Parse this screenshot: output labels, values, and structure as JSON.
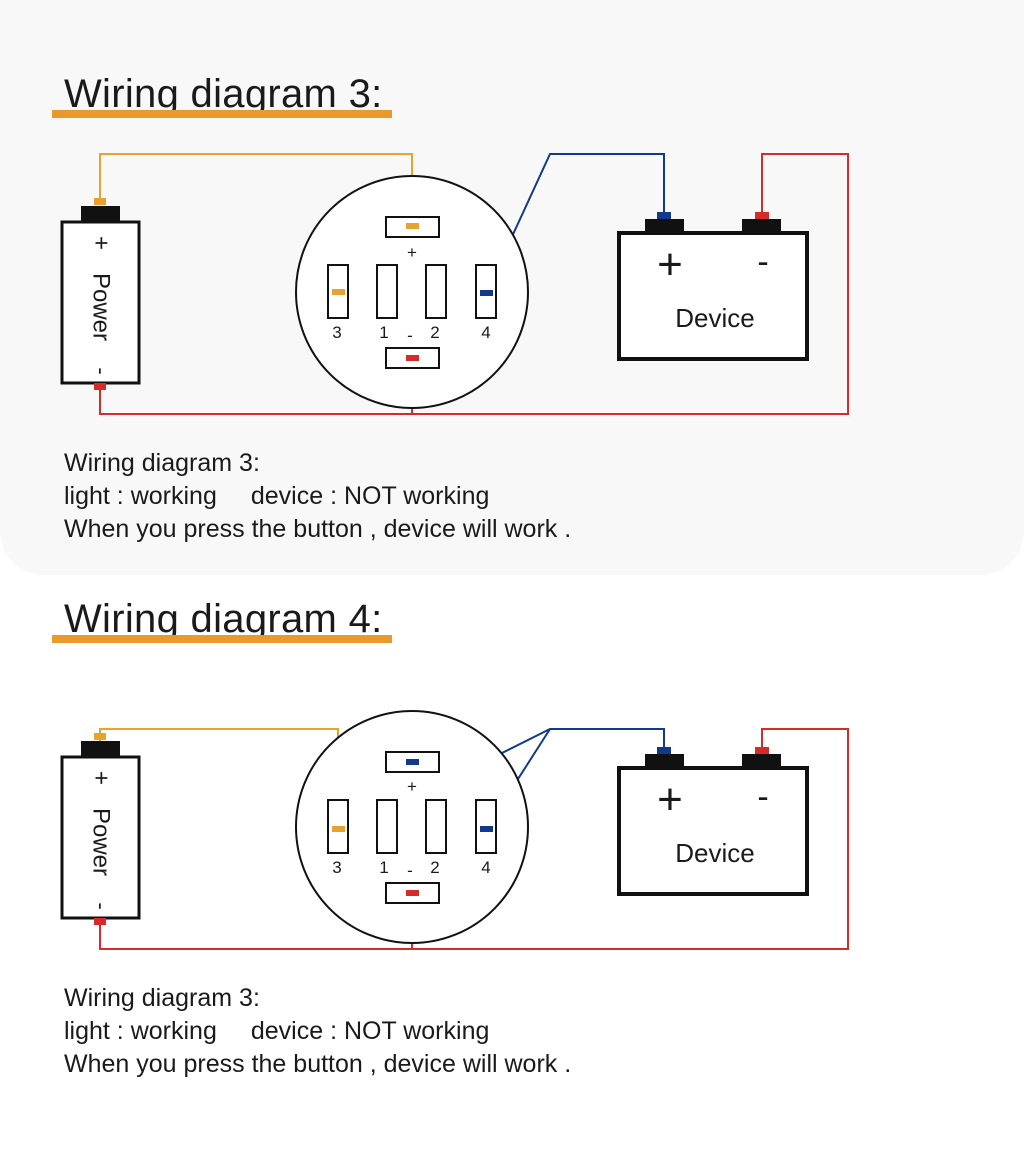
{
  "colors": {
    "panel_background": "#f8f8f8",
    "heading_underline": "#e89a2a",
    "wire_orange": "#e8a22e",
    "wire_blue": "#123a8c",
    "wire_red": "#d52b2b",
    "outline": "#111111"
  },
  "panels": [
    {
      "heading": "Wiring diagram 3:",
      "power_label": "Power",
      "power_plus": "+",
      "power_minus": "-",
      "switch_plus": "+",
      "switch_minus": "-",
      "pins": [
        "3",
        "1",
        "2",
        "4"
      ],
      "device_label": "Device",
      "device_plus": "+",
      "device_minus": "-",
      "caption": {
        "line1": "Wiring diagram 3:",
        "line2_a": "light : working",
        "line2_b": "device : NOT working",
        "line3": "When you press the button , device will work ."
      }
    },
    {
      "heading": "Wiring diagram 4:",
      "power_label": "Power",
      "power_plus": "+",
      "power_minus": "-",
      "switch_plus": "+",
      "switch_minus": "-",
      "pins": [
        "3",
        "1",
        "2",
        "4"
      ],
      "device_label": "Device",
      "device_plus": "+",
      "device_minus": "-",
      "caption": {
        "line1": "Wiring diagram 3:",
        "line2_a": "light : working",
        "line2_b": "device : NOT working",
        "line3": "When you press the button , device will work ."
      }
    }
  ]
}
